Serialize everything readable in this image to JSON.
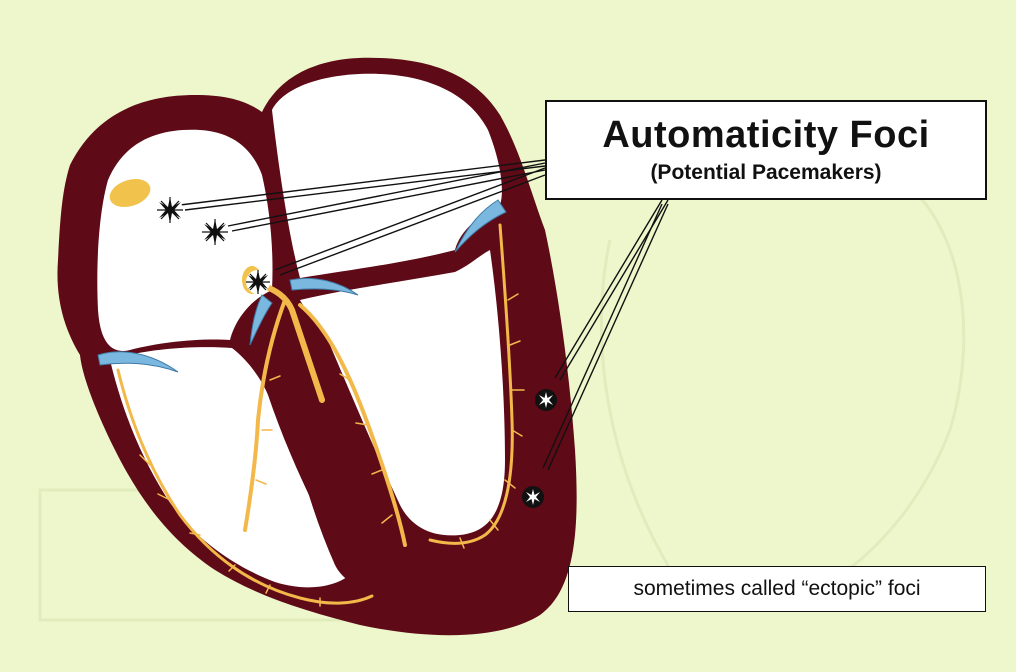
{
  "title": "Automaticity Foci",
  "subtitle": "(Potential Pacemakers)",
  "note": "sometimes called “ectopic” foci",
  "colors": {
    "background": "#eef7cc",
    "myocardium": "#5e0a17",
    "chamber": "#ffffff",
    "conduction": "#f2b94a",
    "valve": "#7bb8df",
    "node": "#f1c34c"
  }
}
